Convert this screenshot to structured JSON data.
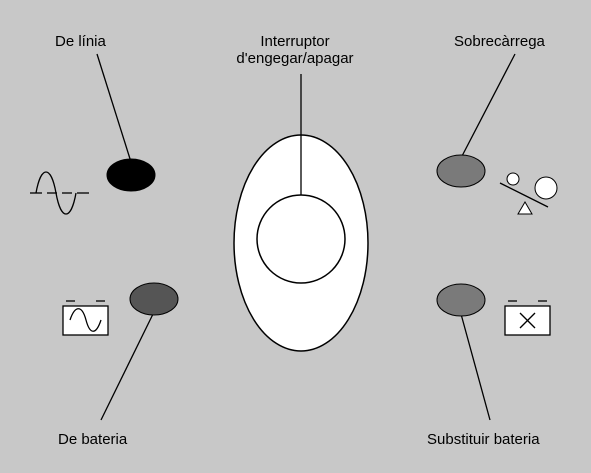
{
  "labels": {
    "line": "De línia",
    "switch_line1": "Interruptor",
    "switch_line2": "d'engegar/apagar",
    "overload": "Sobrecàrrega",
    "battery": "De bateria",
    "replace_battery": "Substituir bateria"
  },
  "colors": {
    "background": "#c8c8c8",
    "led_on_line": "#000000",
    "led_battery": "#555555",
    "led_overload": "#7a7a7a",
    "led_replace": "#7a7a7a",
    "switch_body": "#ffffff",
    "stroke": "#000000"
  },
  "icons": {
    "line": "sine-wave-icon",
    "overload": "scale-overload-icon",
    "battery": "battery-sine-icon",
    "replace_battery": "battery-x-icon"
  }
}
